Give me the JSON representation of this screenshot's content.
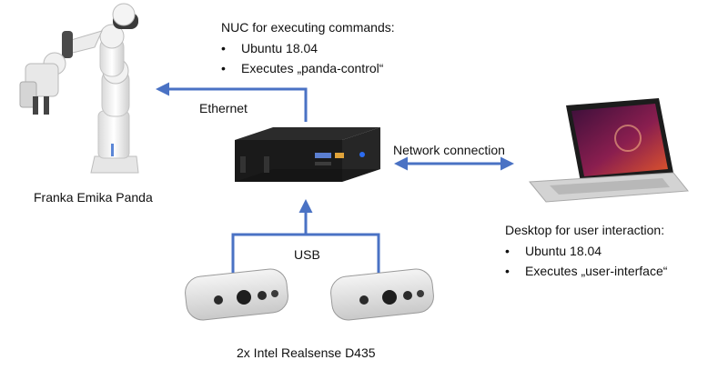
{
  "nuc": {
    "heading": "NUC for executing commands:",
    "bullets": [
      "Ubuntu 18.04",
      "Executes „panda-control“"
    ]
  },
  "desktop": {
    "heading": "Desktop for user interaction:",
    "bullets": [
      "Ubuntu 18.04",
      "Executes „user-interface“"
    ]
  },
  "labels": {
    "robot": "Franka Emika Panda",
    "ethernet": "Ethernet",
    "network": "Network connection",
    "usb": "USB",
    "cameras": "2x Intel Realsense D435"
  },
  "colors": {
    "connector": "#4a72c4"
  }
}
